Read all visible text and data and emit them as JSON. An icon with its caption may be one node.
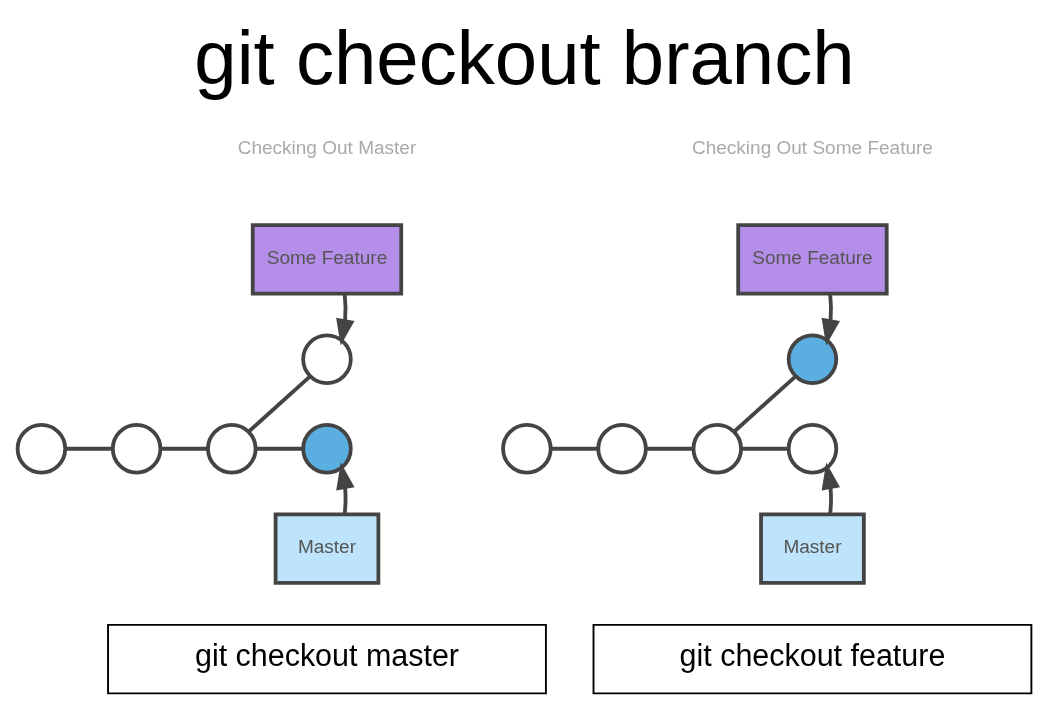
{
  "diagram": {
    "title": "git checkout branch",
    "nodes": [
      {
        "text": [],
        "shape": "circle"
      },
      {
        "text": [],
        "shape": "circle"
      },
      {
        "text": [],
        "shape": "circle"
      },
      {
        "text": [],
        "shape": "circle"
      },
      {
        "text": [],
        "shape": "circle"
      },
      {
        "text": [
          "Some Feature"
        ]
      },
      {
        "text": [
          "Master"
        ]
      },
      {
        "text": [
          "git checkout master"
        ]
      },
      {
        "text": [],
        "shape": "circle"
      },
      {
        "text": [],
        "shape": "circle"
      },
      {
        "text": [],
        "shape": "circle"
      },
      {
        "text": [],
        "shape": "circle"
      },
      {
        "text": [],
        "shape": "circle"
      },
      {
        "text": [
          "Some Feature"
        ]
      },
      {
        "text": [
          "Master"
        ]
      },
      {
        "text": [
          "git checkout feature"
        ]
      }
    ],
    "edges": [
      {
        "from": 0,
        "to": 1,
        "arrow": "none"
      },
      {
        "from": 1,
        "to": 2,
        "arrow": "none"
      },
      {
        "from": 2,
        "to": 3,
        "arrow": "none"
      },
      {
        "from": 2,
        "to": 4,
        "arrow": "none"
      },
      {
        "from": 5,
        "to": 3,
        "arrow": "to"
      },
      {
        "from": 6,
        "to": 4,
        "arrow": "to"
      },
      {
        "from": 8,
        "to": 9,
        "arrow": "none"
      },
      {
        "from": 9,
        "to": 10,
        "arrow": "none"
      },
      {
        "from": 10,
        "to": 11,
        "arrow": "none"
      },
      {
        "from": 10,
        "to": 12,
        "arrow": "none"
      },
      {
        "from": 13,
        "to": 11,
        "arrow": "to"
      },
      {
        "from": 14,
        "to": 12,
        "arrow": "to"
      }
    ],
    "labels": [
      "Checking Out Master",
      "Checking Out Some Feature"
    ]
  }
}
